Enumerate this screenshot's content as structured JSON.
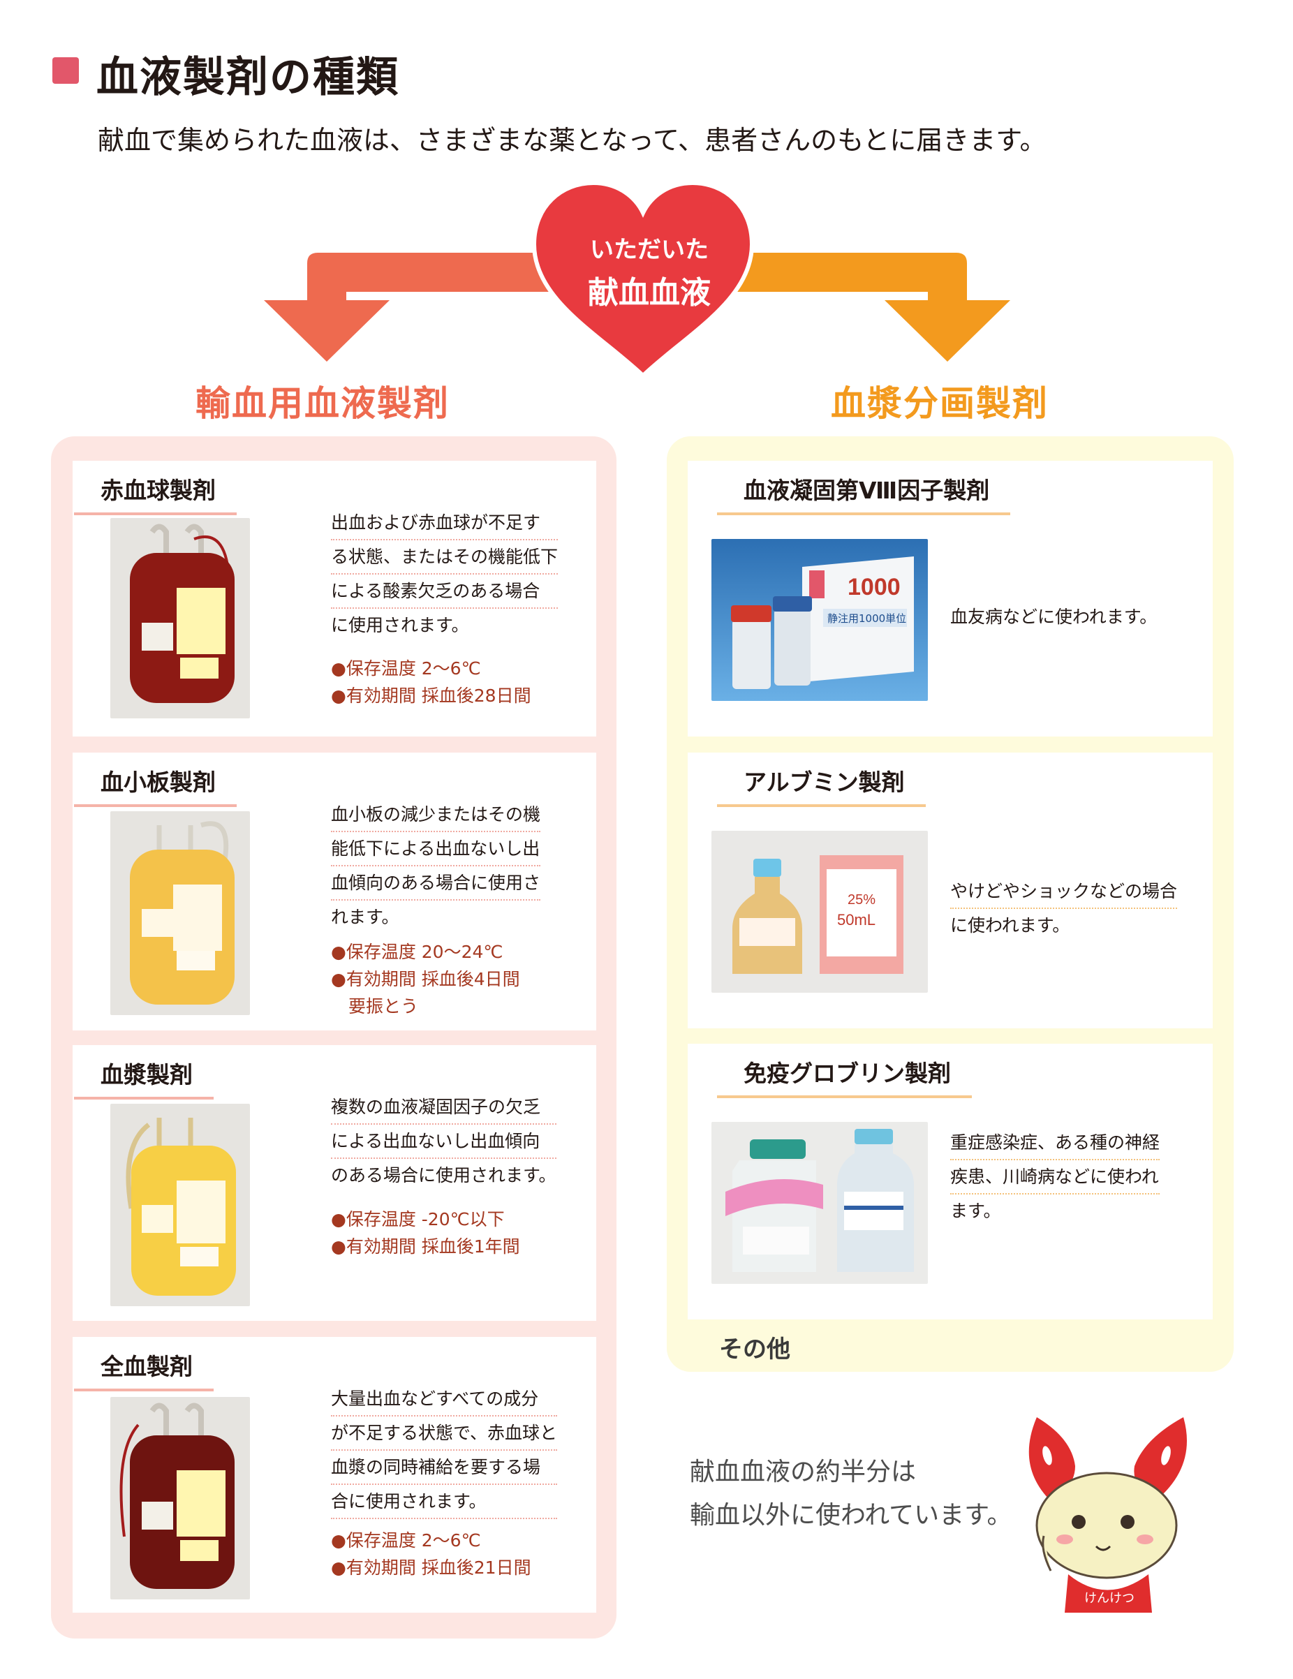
{
  "page": {
    "title": "血液製剤の種類",
    "subtitle": "献血で集められた血液は、さまざまな薬となって、患者さんのもとに届きます。"
  },
  "heart": {
    "line1": "いただいた",
    "line2": "献血血液"
  },
  "left_heading": "輸血用血液製剤",
  "right_heading": "血漿分画製剤",
  "left_items": [
    {
      "title": "赤血球製剤",
      "desc": [
        "出血および赤血球が不足す",
        "る状態、またはその機能低下",
        "による酸素欠乏のある場合",
        "に使用されます。"
      ],
      "bullets": [
        "●保存温度 2～6℃",
        "●有効期間 採血後28日間"
      ]
    },
    {
      "title": "血小板製剤",
      "desc": [
        "血小板の減少またはその機",
        "能低下による出血ないし出",
        "血傾向のある場合に使用さ",
        "れます。"
      ],
      "bullets": [
        "●保存温度 20～24℃",
        "●有効期間 採血後4日間",
        "　要振とう"
      ]
    },
    {
      "title": "血漿製剤",
      "desc": [
        "複数の血液凝固因子の欠乏",
        "による出血ないし出血傾向",
        "のある場合に使用されます。"
      ],
      "bullets": [
        "●保存温度 -20℃以下",
        "●有効期間 採血後1年間"
      ]
    },
    {
      "title": "全血製剤",
      "desc": [
        "大量出血などすべての成分",
        "が不足する状態で、赤血球と",
        "血漿の同時補給を要する場",
        "合に使用されます。"
      ],
      "bullets": [
        "●保存温度 2～6℃",
        "●有効期間 採血後21日間"
      ]
    }
  ],
  "right_items": [
    {
      "title": "血液凝固第Ⅷ因子製剤",
      "desc": [
        "血友病などに使われます。"
      ],
      "box_number": "1000",
      "box_text": "静注用1000単位"
    },
    {
      "title": "アルブミン製剤",
      "desc": [
        "やけどやショックなどの場合",
        "に使われます。"
      ],
      "box_number": "25%",
      "box_text": "50mL"
    },
    {
      "title": "免疫グロブリン製剤",
      "desc": [
        "重症感染症、ある種の神経",
        "疾患、川崎病などに使われ",
        "ます。"
      ]
    }
  ],
  "other_label": "その他",
  "footer": {
    "line1": "献血血液の約半分は",
    "line2": "輸血以外に使われています。"
  },
  "mascot_label": "けんけつ",
  "colors": {
    "accent_red": "#e2576a",
    "heart": "#e83a3f",
    "left_heading": "#ee6a4f",
    "right_heading": "#f39a1e",
    "left_panel": "#fde6e2",
    "right_panel": "#fefbdc",
    "bullet_text": "#a43820"
  }
}
